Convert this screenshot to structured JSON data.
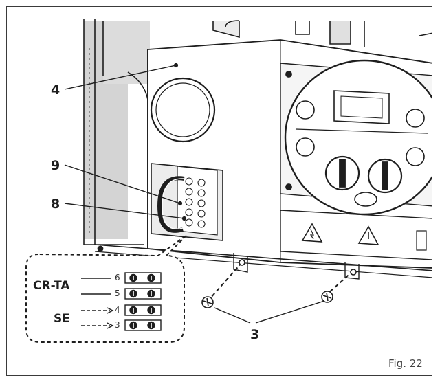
{
  "callouts": {
    "panel": "4",
    "terminal_block": "9",
    "cable_clamp": "8",
    "screws": "3"
  },
  "wiring_detail": {
    "labels": {
      "cr_ta": "CR-TA",
      "se": "SE"
    },
    "terminals": [
      "6",
      "5",
      "4",
      "3"
    ]
  },
  "figure": {
    "caption": "Fig. 22"
  },
  "colors": {
    "line": "#1e1e1e",
    "panel_fill": "#ffffff",
    "wall_fill": "#d4d4d4",
    "interior_fill": "#e6e6e6",
    "background": "#ffffff"
  }
}
